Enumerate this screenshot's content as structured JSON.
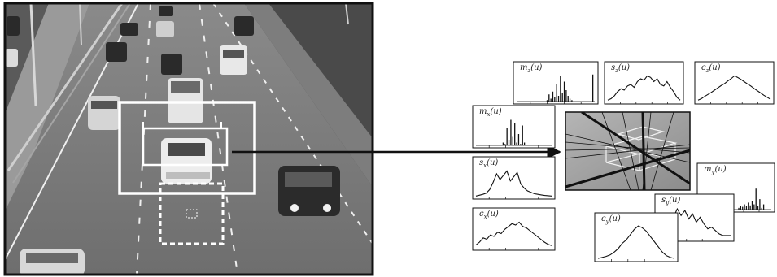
{
  "photo": {
    "description_icon": "highway-traffic-photo"
  },
  "plots": [
    {
      "id": "mz",
      "name": "m",
      "sub": "z",
      "arg": "(u)",
      "kind": "spikes",
      "values": [
        0,
        0,
        0,
        0,
        0,
        0,
        0,
        0,
        0,
        0,
        0,
        0,
        0,
        0,
        0,
        0,
        0.05,
        0.25,
        0.1,
        0.35,
        0.15,
        0.6,
        0.2,
        0.9,
        0.3,
        0.7,
        0.4,
        0.2,
        0.1,
        0.05,
        0,
        0,
        0,
        0,
        0,
        0,
        0,
        0,
        0,
        0,
        0.95,
        0
      ]
    },
    {
      "id": "sz",
      "name": "s",
      "sub": "z",
      "arg": "(u)",
      "kind": "profile",
      "values": [
        0.05,
        0.1,
        0.2,
        0.35,
        0.45,
        0.4,
        0.55,
        0.6,
        0.5,
        0.7,
        0.8,
        0.75,
        0.9,
        0.85,
        0.7,
        0.8,
        0.6,
        0.55,
        0.7,
        0.5,
        0.35,
        0.15,
        0.05
      ]
    },
    {
      "id": "cz",
      "name": "c",
      "sub": "z",
      "arg": "(u)",
      "kind": "profile",
      "values": [
        0.05,
        0.1,
        0.18,
        0.25,
        0.32,
        0.4,
        0.48,
        0.56,
        0.63,
        0.72,
        0.8,
        0.9,
        0.85,
        0.78,
        0.7,
        0.62,
        0.55,
        0.46,
        0.38,
        0.3,
        0.22,
        0.15,
        0.08
      ]
    },
    {
      "id": "mx",
      "name": "m",
      "sub": "x",
      "arg": "(u)",
      "kind": "spikes",
      "values": [
        0,
        0,
        0,
        0,
        0,
        0,
        0,
        0,
        0,
        0,
        0,
        0,
        0,
        0,
        0.1,
        0.05,
        0.6,
        0.2,
        0.9,
        0.3,
        0.8,
        0.1,
        0.4,
        0.05,
        0.7,
        0.1,
        0,
        0,
        0,
        0,
        0,
        0,
        0,
        0,
        0,
        0,
        0,
        0,
        0,
        0
      ]
    },
    {
      "id": "sx",
      "name": "s",
      "sub": "x",
      "arg": "(u)",
      "kind": "profile",
      "values": [
        0.02,
        0.05,
        0.08,
        0.12,
        0.25,
        0.5,
        0.8,
        0.6,
        0.75,
        0.9,
        0.55,
        0.7,
        0.85,
        0.45,
        0.3,
        0.2,
        0.15,
        0.1,
        0.08,
        0.06,
        0.04,
        0.03,
        0.02
      ]
    },
    {
      "id": "cx",
      "name": "c",
      "sub": "x",
      "arg": "(u)",
      "kind": "profile",
      "values": [
        0.1,
        0.2,
        0.35,
        0.3,
        0.45,
        0.4,
        0.55,
        0.5,
        0.65,
        0.75,
        0.85,
        0.8,
        0.9,
        0.75,
        0.7,
        0.6,
        0.5,
        0.4,
        0.3,
        0.2,
        0.12,
        0.08
      ]
    },
    {
      "id": "my",
      "name": "m",
      "sub": "y",
      "arg": "(u)",
      "kind": "spikes",
      "values": [
        0,
        0,
        0,
        0,
        0,
        0,
        0,
        0,
        0,
        0,
        0,
        0,
        0,
        0,
        0,
        0,
        0,
        0,
        0,
        0,
        0.05,
        0.1,
        0.08,
        0.15,
        0.1,
        0.2,
        0.12,
        0.25,
        0.15,
        0.6,
        0.1,
        0.3,
        0.05,
        0.15,
        0,
        0,
        0,
        0
      ]
    },
    {
      "id": "sy",
      "name": "s",
      "sub": "y",
      "arg": "(u)",
      "kind": "profile",
      "values": [
        0.05,
        0.1,
        0.2,
        0.4,
        0.65,
        0.9,
        0.7,
        0.85,
        0.6,
        0.75,
        0.5,
        0.65,
        0.45,
        0.3,
        0.35,
        0.25,
        0.15,
        0.1,
        0.1,
        0.1
      ]
    },
    {
      "id": "cy",
      "name": "c",
      "sub": "y",
      "arg": "(u)",
      "kind": "profile",
      "values": [
        0.02,
        0.05,
        0.08,
        0.12,
        0.2,
        0.3,
        0.45,
        0.55,
        0.7,
        0.85,
        0.95,
        0.9,
        0.8,
        0.65,
        0.5,
        0.35,
        0.2,
        0.1,
        0.05,
        0.02
      ]
    }
  ]
}
